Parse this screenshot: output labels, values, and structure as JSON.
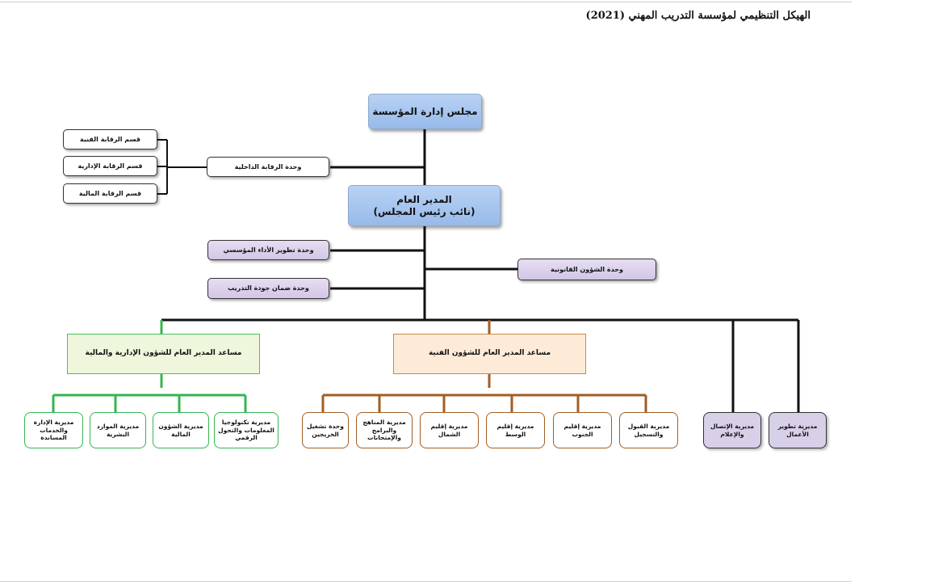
{
  "title": "الهيكل التنظيمي لمؤسسة التدريب المهني (2021)",
  "colors": {
    "board": "#a5c3ef",
    "green": "#35b552",
    "brown": "#a35d22",
    "lavender": "#d8cfe9",
    "black": "#111111"
  },
  "board": "مجلس إدارة المؤسسة",
  "director": {
    "line1": "المدير العام",
    "line2": "(نائب رئيس المجلس)"
  },
  "internal_audit": "وحدة الرقابة الداخلية",
  "audit_sections": [
    "قسم الرقابة الفنية",
    "قسم الرقابة الإدارية",
    "قسم الرقابة المالية"
  ],
  "units_left": [
    "وحدة تطوير الأداء المؤسسي",
    "وحدة ضمان جودة التدريب"
  ],
  "legal_unit": "وحدة الشؤون القانونية",
  "assistant_admin": "مساعد المدير العام للشؤون الإدارية والمالية",
  "assistant_tech": "مساعد المدير العام للشؤون الفنية",
  "admin_directorates": [
    "مديرية الإدارة والخدمات المساندة",
    "مديرية الموارد البشرية",
    "مديرية الشؤون المالية",
    "مديرية تكنولوجيا المعلومات والتحول الرقمي"
  ],
  "tech_directorates": [
    "وحدة تشغيل الخريجين",
    "مديرية المناهج والبرامج والإمتحانات",
    "مديرية إقليم الشمال",
    "مديرية إقليم الوسط",
    "مديرية إقليم الجنوب",
    "مديرية القبول والتسجيل"
  ],
  "independent_directorates": [
    "مديرية الإتصال والإعلام",
    "مديرية تطوير الأعمال"
  ]
}
